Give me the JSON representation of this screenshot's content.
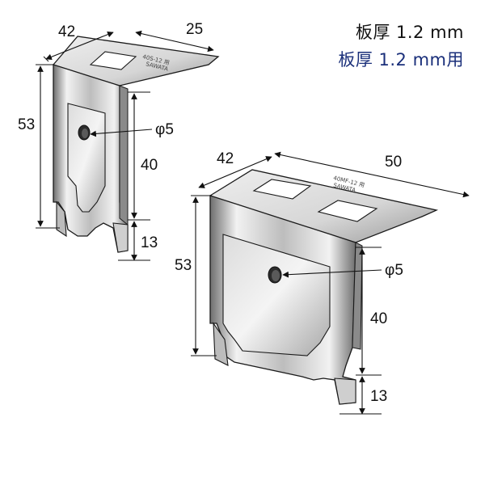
{
  "colors": {
    "metal_light": "#f2f2f2",
    "metal_mid": "#bdbdbd",
    "metal_dark": "#6e6e6e",
    "outline": "#1a1a1a",
    "spec_small_text": "#111111",
    "spec_large_text": "#1a2f7a"
  },
  "specs": {
    "small": "板厚 1.2 mm",
    "large": "板厚 1.2 mm用"
  },
  "small_bracket": {
    "width": "42",
    "depth": "25",
    "height": "53",
    "hook_length": "40",
    "hook_gap": "13",
    "hole": "φ5",
    "stamp_line1": "40S-12 用",
    "stamp_line2": "SAWATA"
  },
  "large_bracket": {
    "width": "42",
    "depth": "50",
    "height": "53",
    "hook_length": "40",
    "hook_gap": "13",
    "hole": "φ5",
    "stamp_line1": "40MF-12 用",
    "stamp_line2": "SAWATA"
  }
}
